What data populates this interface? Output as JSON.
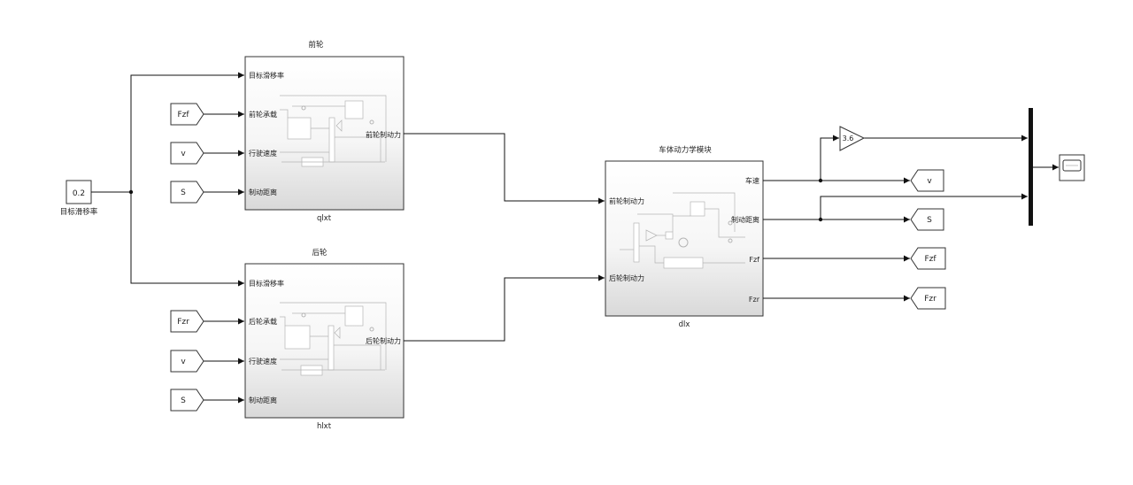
{
  "blocks": {
    "constant": {
      "value": "0.2",
      "label": "目标滑移率"
    },
    "front": {
      "title": "前轮",
      "name": "qlxt",
      "inputs": [
        "目标滑移率",
        "前轮承载",
        "行驶速度",
        "制动距离"
      ],
      "output": "前轮制动力"
    },
    "rear": {
      "title": "后轮",
      "name": "hlxt",
      "inputs": [
        "目标滑移率",
        "后轮承载",
        "行驶速度",
        "制动距离"
      ],
      "output": "后轮制动力"
    },
    "body": {
      "title": "车体动力学模块",
      "name": "dlx",
      "inputs": [
        "前轮制动力",
        "后轮制动力"
      ],
      "outputs": [
        "车速",
        "制动距离",
        "Fzf",
        "Fzr"
      ]
    },
    "gain": {
      "value": "3.6"
    }
  },
  "from_tags": {
    "front": [
      "Fzf",
      "v",
      "S"
    ],
    "rear": [
      "Fzr",
      "v",
      "S"
    ]
  },
  "goto_tags": [
    "v",
    "S",
    "Fzf",
    "Fzr"
  ]
}
